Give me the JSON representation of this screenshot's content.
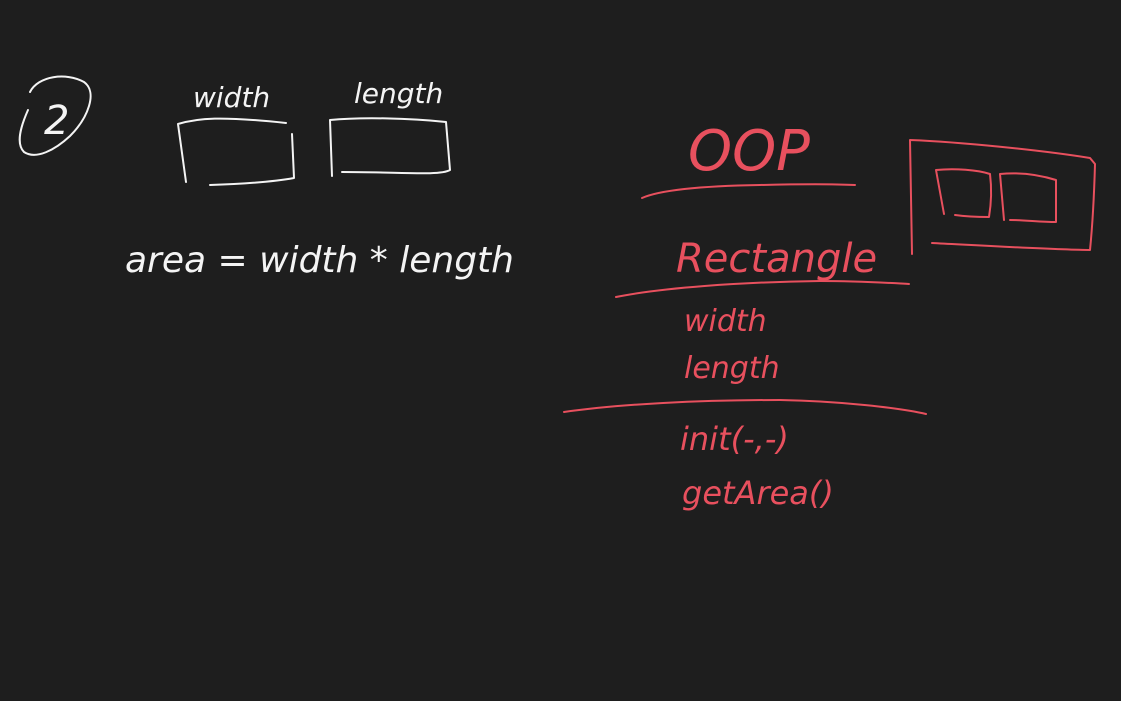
{
  "whiteboard": {
    "colors": {
      "background": "#1e1e1e",
      "white_ink": "#f4f4f4",
      "red_ink": "#e8505e"
    },
    "left_section": {
      "step_number": "2",
      "box_labels": [
        "width",
        "length"
      ],
      "formula": "area = width * length"
    },
    "class_diagram": {
      "heading": "OOP",
      "class_name": "Rectangle",
      "attributes": [
        "width",
        "length"
      ],
      "methods": [
        "init(-,-)",
        "getArea()"
      ]
    }
  }
}
